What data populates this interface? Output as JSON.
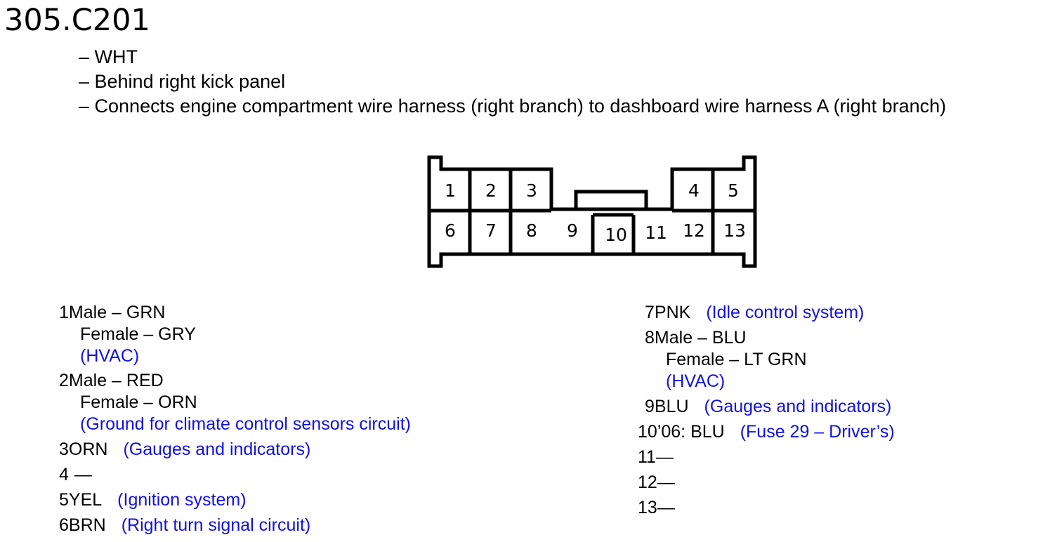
{
  "title": "305.C201",
  "description": [
    "– WHT",
    "– Behind right kick panel",
    "– Connects engine compartment wire harness (right branch) to dashboard wire harness A (right branch)"
  ],
  "connector": {
    "pin_labels": [
      "1",
      "2",
      "3",
      "4",
      "5",
      "6",
      "7",
      "8",
      "9",
      "10",
      "11",
      "12",
      "13"
    ]
  },
  "pins_left": {
    "p1": {
      "num": "1",
      "line1": "Male – GRN",
      "line2": "Female – GRY",
      "line3": "(HVAC)"
    },
    "p2": {
      "num": "2",
      "line1": "Male – RED",
      "line2": "Female – ORN",
      "line3": "(Ground for climate control sensors circuit)"
    },
    "p3": {
      "num": "3",
      "wire": "ORN",
      "circuit": "(Gauges and indicators)"
    },
    "p4": {
      "num": "4",
      "wire": "—"
    },
    "p5": {
      "num": "5",
      "wire": "YEL",
      "circuit": "(Ignition system)"
    },
    "p6": {
      "num": "6",
      "wire": "BRN",
      "circuit": "(Right turn signal circuit)"
    }
  },
  "pins_right": {
    "p7": {
      "num": "7",
      "wire": "PNK",
      "circuit": "(Idle control system)"
    },
    "p8": {
      "num": "8",
      "line1": "Male – BLU",
      "line2": "Female – LT GRN",
      "line3": "(HVAC)"
    },
    "p9": {
      "num": "9",
      "wire": "BLU",
      "circuit": "(Gauges and indicators)"
    },
    "p10": {
      "num": "10",
      "wire": "’06: BLU",
      "circuit": "(Fuse 29 – Driver’s)"
    },
    "p11": {
      "num": "11",
      "wire": "—"
    },
    "p12": {
      "num": "12",
      "wire": "—"
    },
    "p13": {
      "num": "13",
      "wire": "—"
    }
  },
  "colors": {
    "text": "#000000",
    "circuit_link": "#1010e6",
    "background": "#ffffff"
  }
}
